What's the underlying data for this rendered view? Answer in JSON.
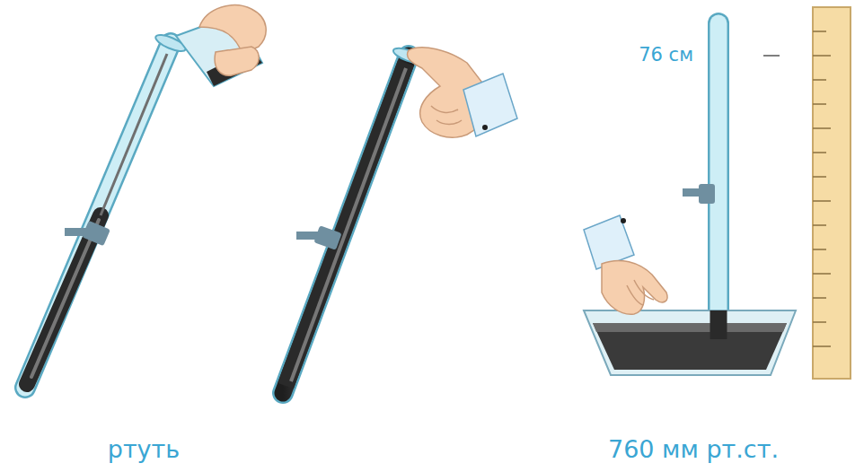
{
  "diagram": {
    "labels": [
      "ртуть",
      "76 см",
      "760 мм рт.ст."
    ]
  }
}
